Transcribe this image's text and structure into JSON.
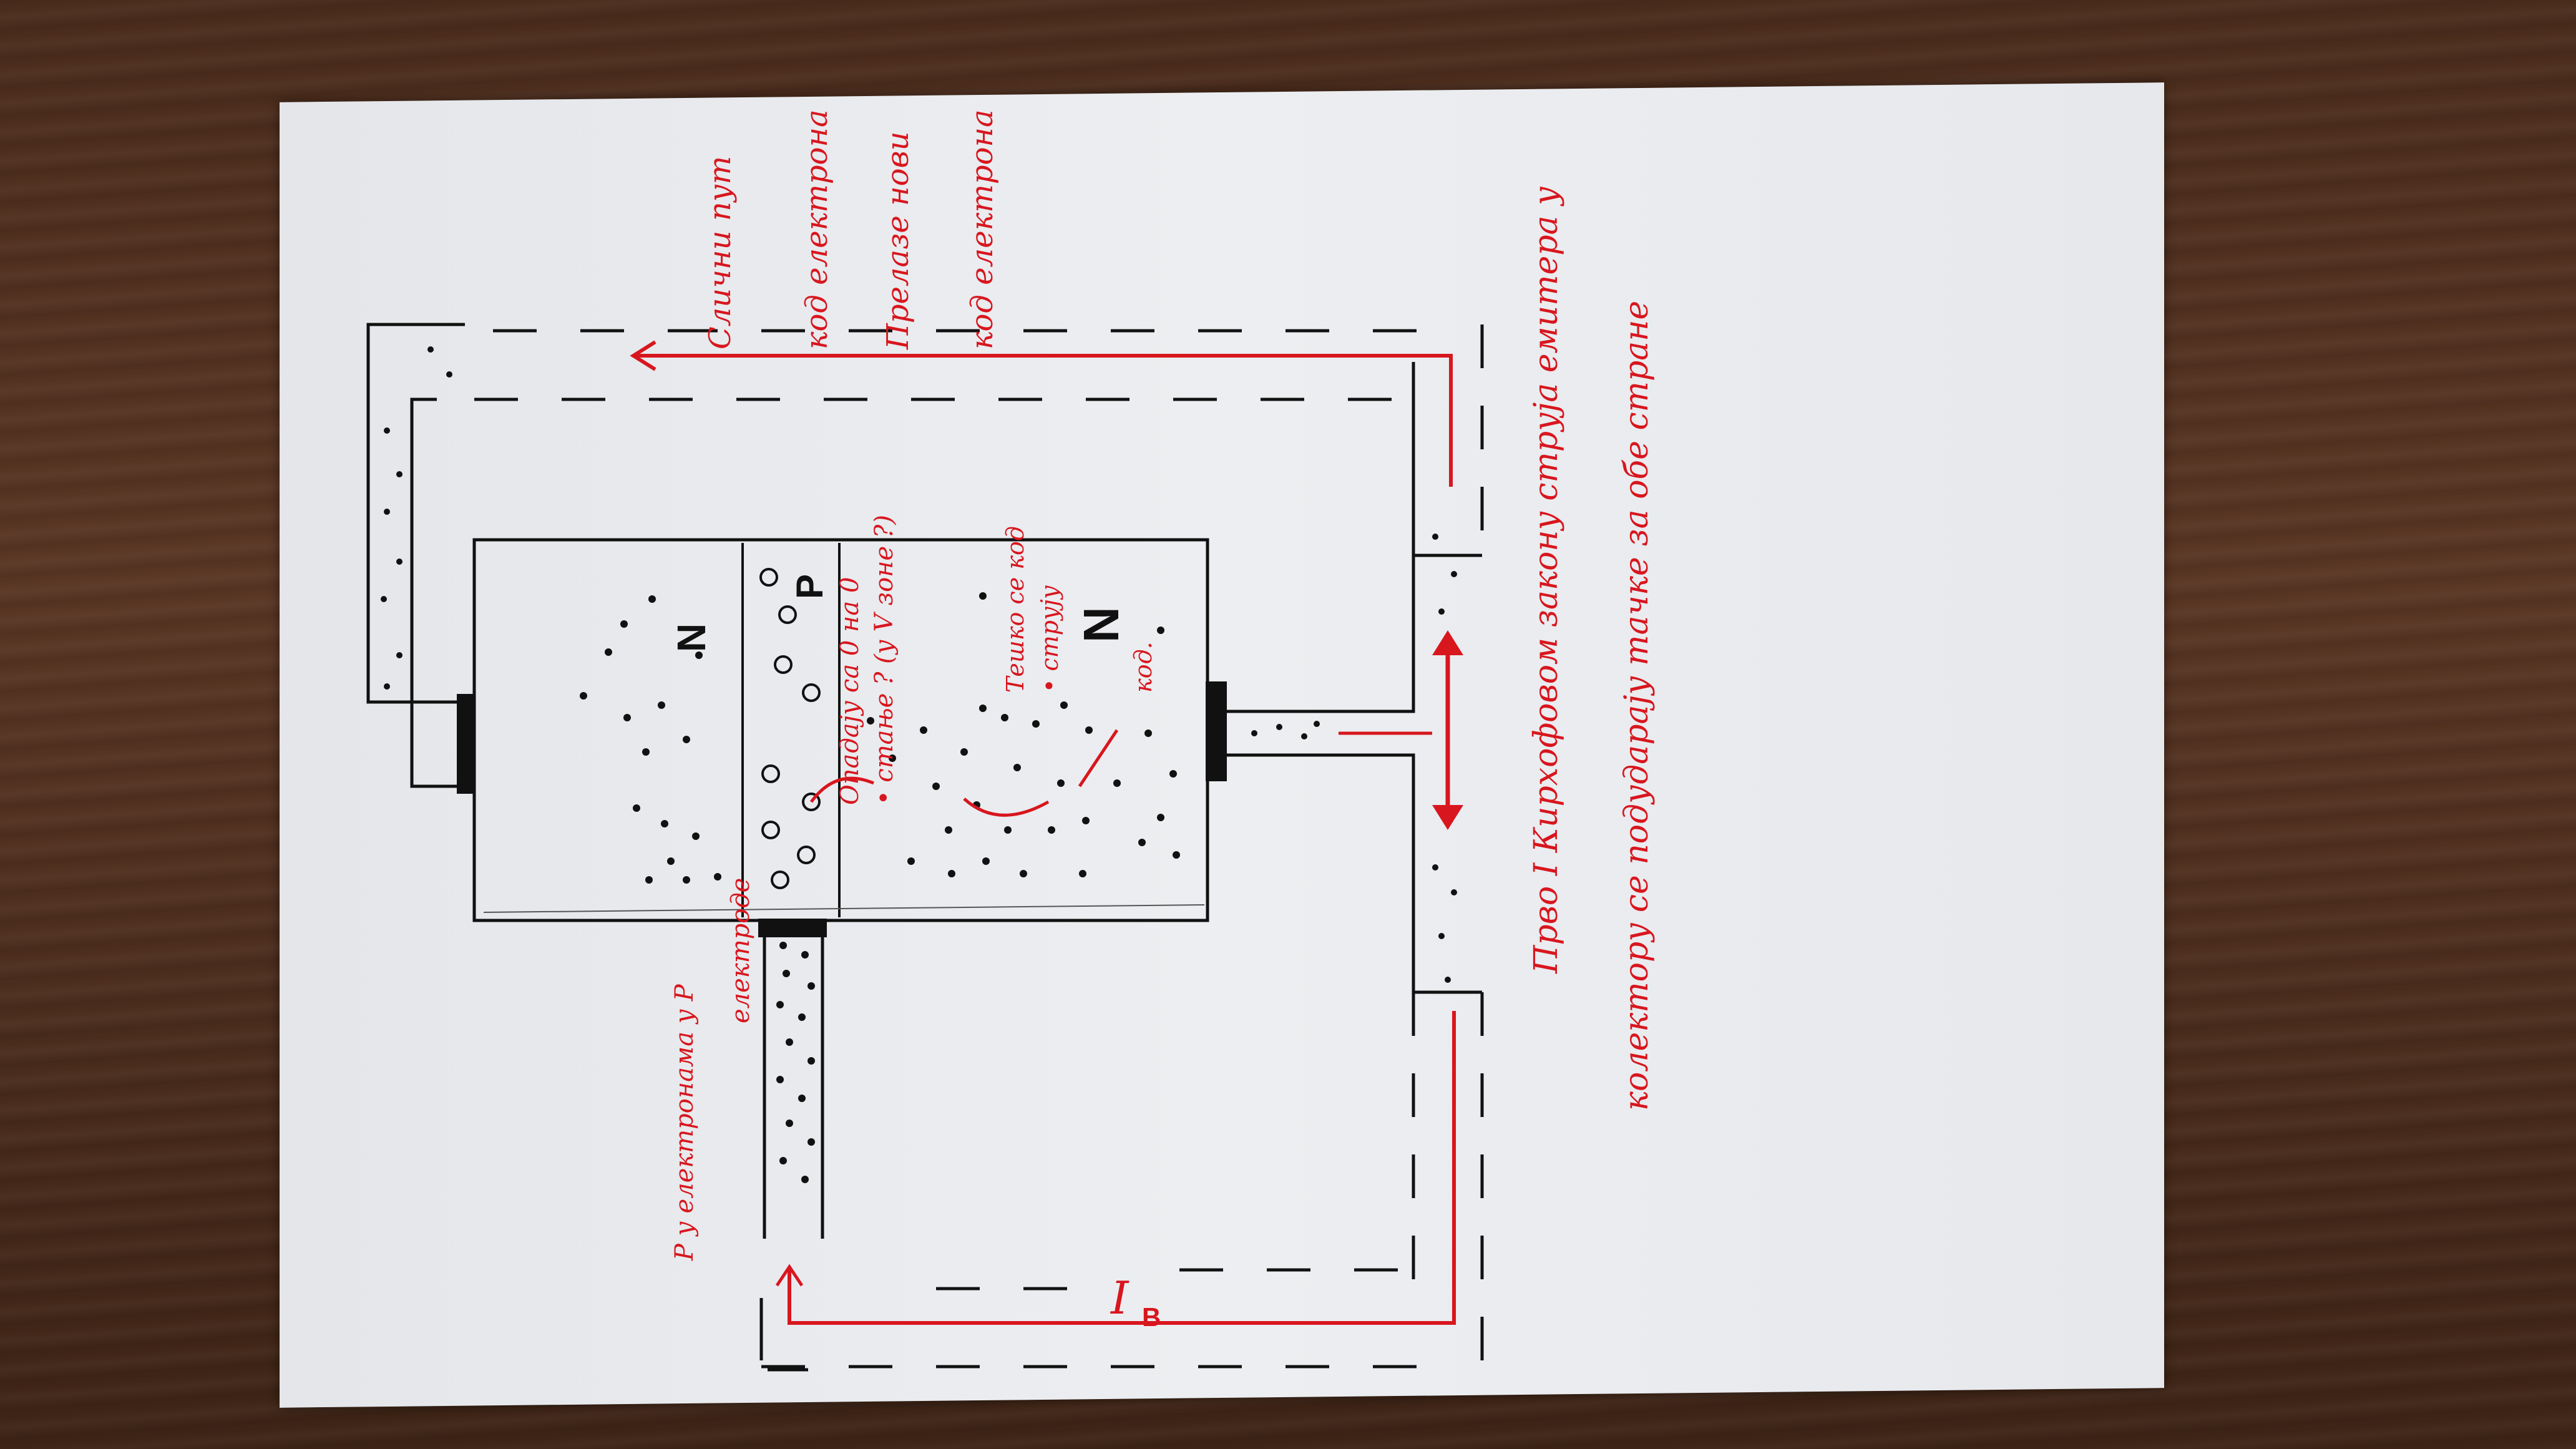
{
  "labels": {
    "top_right": [
      "Слични пут",
      "код електрона",
      "Прелазе нови",
      "код електрона"
    ],
    "region_n_left": "N",
    "region_p": "P",
    "region_n_right": "N",
    "note_recomb": [
      "Опадају са 0 на 0",
      "• стање ? (у V зоне ?)"
    ],
    "note_electrons": [
      "Тешко се код",
      "• струју",
      "код."
    ],
    "note_left": [
      "Р у електронама у Р",
      "електроде"
    ],
    "current_label": "I",
    "current_subscript": "B",
    "bottom_line1": "Прво I Кирхофовом закону струја емитера у",
    "bottom_line2": "колектору се подударају тачке за обе стране"
  },
  "colors": {
    "ink": "#111111",
    "red": "#d8161e",
    "paper": "#e9ebee",
    "wood": "#4f2f1f"
  }
}
